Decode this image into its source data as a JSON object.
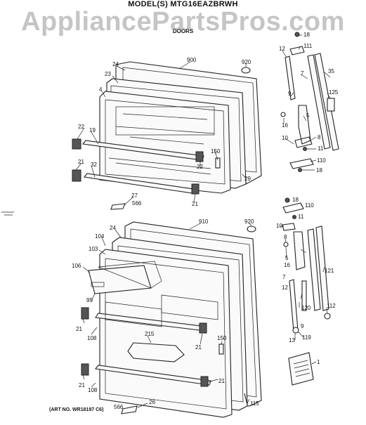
{
  "header": {
    "model_line": "MODEL(S) MTG16EAZBRWH",
    "section_title": "DOORS",
    "watermark": "AppliancePartsPros.com"
  },
  "footer": {
    "art_number": "(ART NO. WR18197 C6)"
  },
  "callouts": {
    "top_door": [
      "900",
      "920",
      "24",
      "23",
      "4",
      "22",
      "19",
      "21",
      "32",
      "150",
      "22",
      "29",
      "27",
      "566",
      "21"
    ],
    "top_hinge": [
      "18",
      "111",
      "12",
      "7",
      "35",
      "125",
      "9",
      "16",
      "5",
      "10",
      "8",
      "11",
      "110",
      "18"
    ],
    "bottom_door": [
      "910",
      "920",
      "24",
      "104",
      "103",
      "106",
      "99",
      "21",
      "108",
      "215",
      "21",
      "150",
      "21",
      "108",
      "21",
      "566",
      "26",
      "115",
      "1"
    ],
    "bottom_hinge": [
      "18",
      "110",
      "11",
      "10",
      "8",
      "5",
      "16",
      "121",
      "7",
      "12",
      "120",
      "9",
      "112",
      "13",
      "119"
    ]
  }
}
